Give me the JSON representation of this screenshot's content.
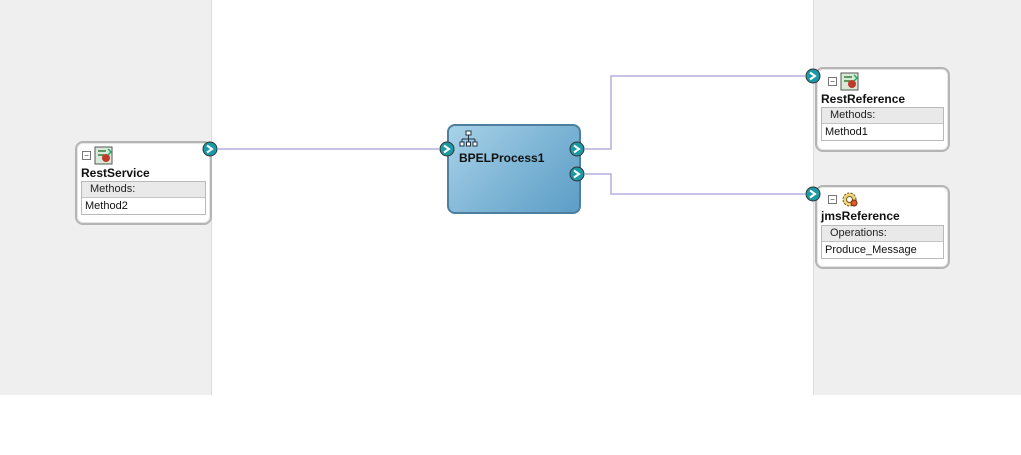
{
  "colors": {
    "lane_bg": "#efefef",
    "canvas_bg": "#ffffff",
    "wire": "#b3aee0",
    "port_fill": "#1a9aa6",
    "bpel_fill": "#7fb6d6",
    "card_border": "#b5b5b5"
  },
  "services": [
    {
      "title": "RestService",
      "icon": "rest-service-icon",
      "section_header": "Methods:",
      "items": [
        "Method2"
      ]
    }
  ],
  "component": {
    "title": "BPELProcess1",
    "icon": "bpel-process-icon"
  },
  "references": [
    {
      "title": "RestReference",
      "icon": "rest-reference-icon",
      "section_header": "Methods:",
      "items": [
        "Method1"
      ]
    },
    {
      "title": "jmsReference",
      "icon": "jms-adapter-gear-icon",
      "section_header": "Operations:",
      "items": [
        "Produce_Message"
      ]
    }
  ]
}
